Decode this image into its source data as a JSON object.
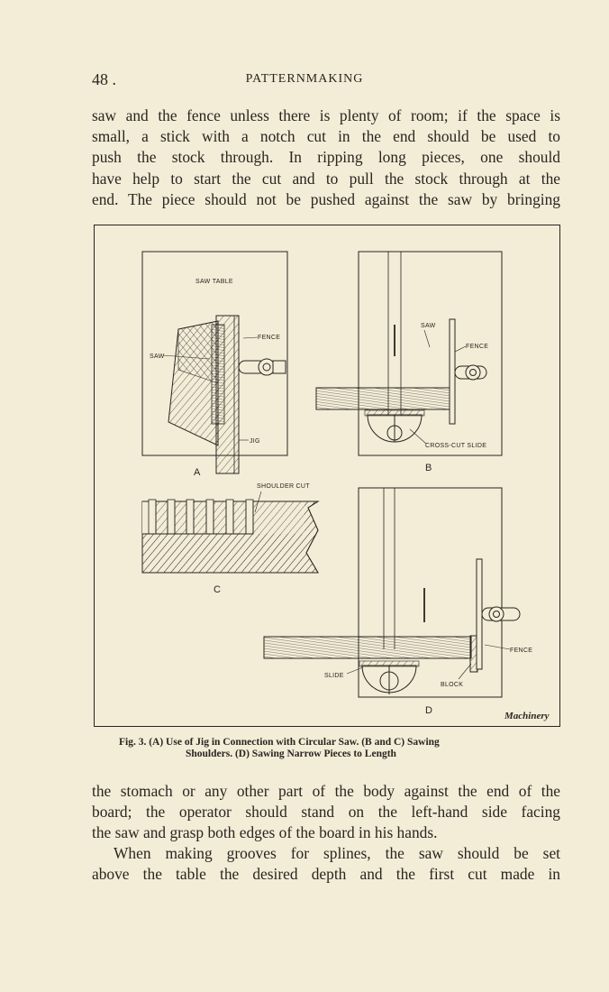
{
  "header": {
    "page_number": "48 .",
    "running_title": "PATTERNMAKING"
  },
  "paragraph1": [
    "saw and the fence unless there is plenty of room; if the space is",
    "small, a stick with a notch cut in the end should be used to",
    "push the stock through. In ripping long pieces, one should",
    "have help to start the cut and to pull the stock through at the",
    "end. The piece should not be pushed against the saw by bringing"
  ],
  "figure": {
    "labels": {
      "saw_table": "SAW TABLE",
      "fence_a": "FENCE",
      "saw_a": "SAW",
      "jig": "JIG",
      "panel_a": "A",
      "saw_b": "SAW",
      "fence_b": "FENCE",
      "cross_cut_slide": "CROSS-CUT SLIDE",
      "panel_b": "B",
      "shoulder_cut": "SHOULDER CUT",
      "panel_c": "C",
      "fence_d": "FENCE",
      "slide": "SLIDE",
      "block": "BLOCK",
      "panel_d": "D"
    },
    "credit": "Machinery",
    "caption_line1": "Fig. 3. (A) Use of Jig in Connection with Circular Saw. (B and C) Sawing",
    "caption_line2": "Shoulders. (D) Sawing Narrow Pieces to Length"
  },
  "paragraph2": [
    "the stomach or any other part of the body against the end of the",
    "board; the operator should stand on the left-hand side facing",
    "the saw and grasp both edges of the board in his hands."
  ],
  "paragraph3": [
    "When making grooves for splines, the saw should be set",
    "above the table the desired depth and the first cut made in"
  ]
}
